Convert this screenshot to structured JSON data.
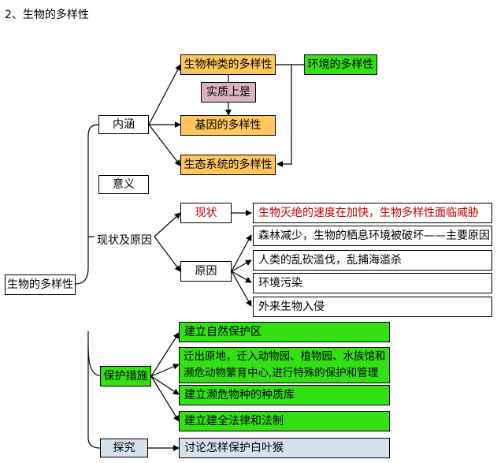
{
  "title": "2、生物的多样性",
  "colors": {
    "orange": "#ffc75b",
    "green": "#33e013",
    "pink": "#d9b3c2",
    "light_blue": "#d4e2ef",
    "white": "#ffffff",
    "alert_red": "#c00000"
  },
  "nodes": {
    "root": "生物的多样性",
    "neihan": "内涵",
    "yiyi": "意义",
    "xianzhuang_yuanyin": "现状及原因",
    "baohu": "保护措施",
    "tanjiu": "探究",
    "wuzhong": "生物种类的多样性",
    "huanjing": "环境的多样性",
    "shizhi": "实质上是",
    "jiyin": "基因的多样性",
    "shengtai": "生态系统的多样性",
    "xianzhuang": "现状",
    "xianzhuang_detail": "生物灭绝的速度在加快，生物多样性面临威胁",
    "yuanyin": "原因",
    "yuanyin_items": [
      "森林减少，生物的栖息环境被破坏——主要原因",
      "人类的乱砍滥伐，乱捕海滥杀",
      "环境污染",
      "外来生物入侵"
    ],
    "baohu_items": [
      "建立自然保护区",
      "迁出原地，迁入动物园、植物园、水族馆和濒危动物繁育中心,进行特殊的保护和管理",
      "建立濒危物种的种质库",
      "建立建全法律和法制"
    ],
    "tanjiu_item": "讨论怎样保护白叶猴"
  }
}
